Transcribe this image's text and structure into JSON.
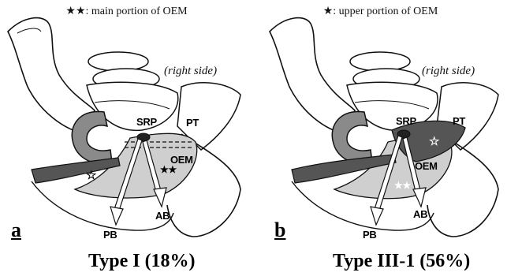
{
  "panels": [
    {
      "legend": "★★: main portion of OEM",
      "side": "(right side)",
      "letter": "a",
      "title": "Type I (18%)",
      "labels": {
        "srp": "SRP",
        "pt": "PT",
        "oem": "OEM",
        "ab": "AB",
        "pb": "PB"
      },
      "star_marks": [
        "★★",
        "☆"
      ]
    },
    {
      "legend": "★: upper portion of OEM",
      "side": "(right side)",
      "letter": "b",
      "title": "Type III-1 (56%)",
      "labels": {
        "srp": "SRP",
        "pt": "PT",
        "oem": "OEM",
        "ab": "AB",
        "pb": "PB"
      },
      "star_marks": [
        "★★",
        "☆"
      ]
    }
  ],
  "colors": {
    "bone_outline": "#111111",
    "c_shape": "#8a8a8a",
    "muscle_light": "#cfcfcf",
    "muscle_dark": "#555555",
    "vessel": "#222222"
  }
}
